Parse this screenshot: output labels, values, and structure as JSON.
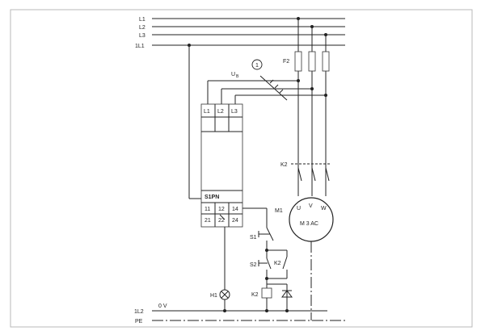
{
  "diagram": {
    "rails": {
      "l1": "L1",
      "l2": "L2",
      "l3": "L3",
      "l1_1": "1L1",
      "l2_1": "1L2",
      "zero_volt": "0 V",
      "pe": "PE"
    },
    "fuse": "F2",
    "supply_voltage": {
      "main": "U",
      "sub": "B"
    },
    "callout": "1",
    "relay": {
      "name": "S1PN",
      "inputs": [
        "L1",
        "L2",
        "L3"
      ],
      "contacts_top": [
        "11",
        "12",
        "14"
      ],
      "contacts_bottom": [
        "21",
        "22",
        "24"
      ]
    },
    "contactor_main": "K2",
    "motor": {
      "name": "M1",
      "label": "M 3 AC",
      "terminals": [
        "U",
        "V",
        "W"
      ]
    },
    "switch_1": "S1",
    "switch_2": "S2",
    "contact_aux": "K2",
    "coil": "K2",
    "lamp": "H1"
  }
}
